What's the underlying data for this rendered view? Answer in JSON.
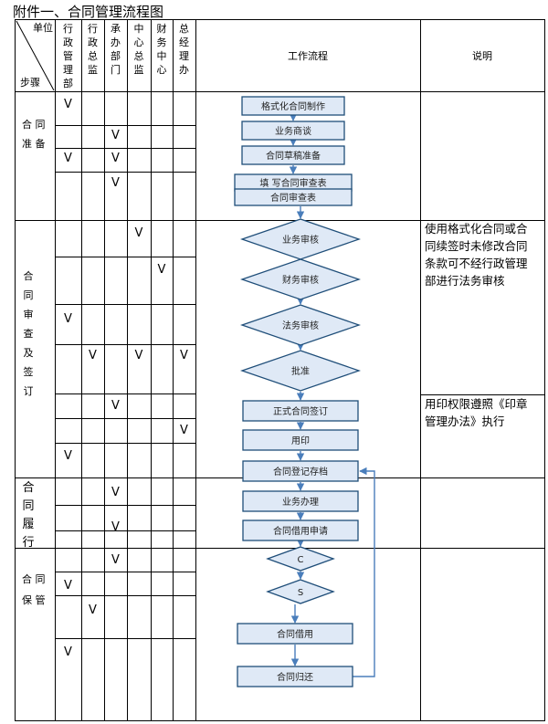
{
  "title": "附件一、合同管理流程图",
  "header": {
    "unit": "单位",
    "step": "步骤",
    "columns": [
      "行政管理部",
      "行政总监",
      "承办部门",
      "中心总监",
      "财务中心",
      "总经理办"
    ],
    "workflow": "工作流程",
    "notes": "说明"
  },
  "stages": [
    {
      "label": "合同准备"
    },
    {
      "label": "合同审查及签订"
    },
    {
      "label": "合同履行"
    },
    {
      "label": "合同保管"
    }
  ],
  "check_mark": "V",
  "nodes": [
    {
      "label": "格式化合同制作"
    },
    {
      "label": "业务商谈"
    },
    {
      "label": "合同草稿准备"
    },
    {
      "label": "填 写合同审查表"
    },
    {
      "label": "合同审查表"
    },
    {
      "label": "业务审核"
    },
    {
      "label": "财务审核"
    },
    {
      "label": "法务审核"
    },
    {
      "label": "批准"
    },
    {
      "label": "正式合同签订"
    },
    {
      "label": "用印"
    },
    {
      "label": "合同登记存档"
    },
    {
      "label": "业务办理"
    },
    {
      "label": "合同借用申请"
    },
    {
      "label": "C"
    },
    {
      "label": "S"
    },
    {
      "label": "合同借用"
    },
    {
      "label": "合同归还"
    }
  ],
  "notes": [
    {
      "text": "使用格式化合同或合同续签时未修改合同条款可不经行政管理部进行法务审核"
    },
    {
      "text": "用印权限遵照《印章管理办法》执行"
    }
  ],
  "colors": {
    "grid": "#000000",
    "node_border": "#1f4e79",
    "node_fill": "#dfe9f6",
    "arrow": "#4a7ebb"
  }
}
